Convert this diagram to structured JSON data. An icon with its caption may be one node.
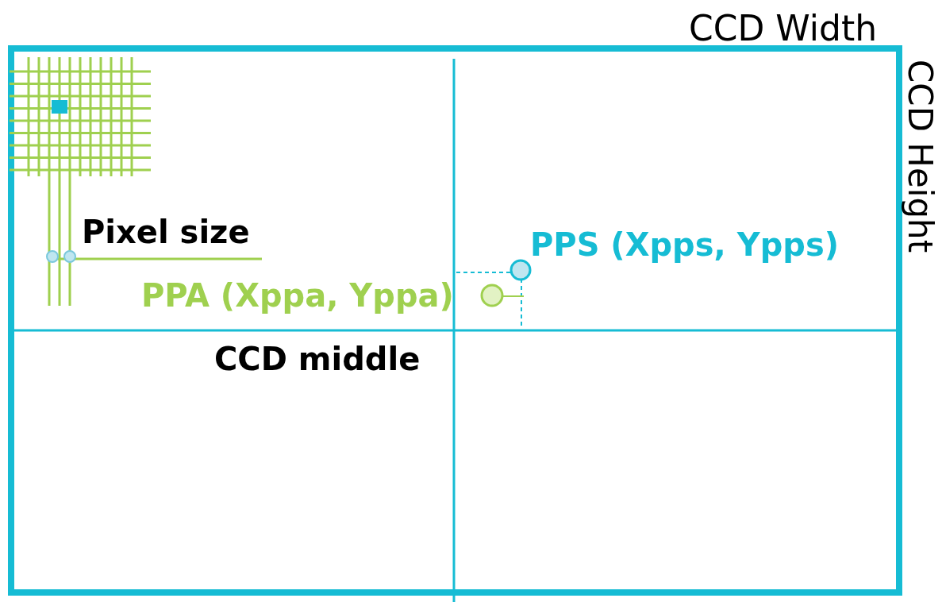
{
  "diagram": {
    "labels": [
      "CCD Width",
      "CCD Height",
      "Pixel size",
      "PPS (Xpps, Ypps)",
      "PPA (Xppa, Yppa)",
      "CCD middle"
    ]
  }
}
